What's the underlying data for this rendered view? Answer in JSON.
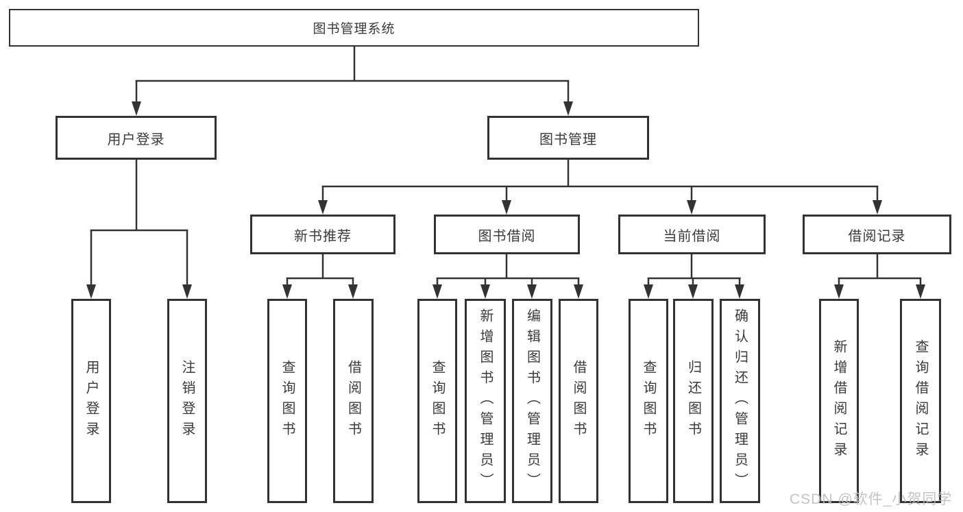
{
  "tree": {
    "root": {
      "label": "图书管理系统"
    },
    "user_login": {
      "label": "用户登录",
      "children": [
        {
          "label": "用户登录"
        },
        {
          "label": "注销登录"
        }
      ]
    },
    "book_management": {
      "label": "图书管理",
      "sections": {
        "new_books": {
          "label": "新书推荐",
          "children": [
            {
              "label": "查询图书"
            },
            {
              "label": "借阅图书"
            }
          ]
        },
        "book_borrow": {
          "label": "图书借阅",
          "children": [
            {
              "label": "查询图书"
            },
            {
              "label": "新增图书（管理员）"
            },
            {
              "label": "编辑图书（管理员）"
            },
            {
              "label": "借阅图书"
            }
          ]
        },
        "current_borrow": {
          "label": "当前借阅",
          "children": [
            {
              "label": "查询图书"
            },
            {
              "label": "归还图书"
            },
            {
              "label": "确认归还（管理员）"
            }
          ]
        },
        "borrow_records": {
          "label": "借阅记录",
          "children": [
            {
              "label": "新增借阅记录"
            },
            {
              "label": "查询借阅记录"
            }
          ]
        }
      }
    }
  },
  "watermark": {
    "text": "CSDN @软件_小贺同学"
  },
  "colors": {
    "line": "#333333",
    "box_border": "#323232",
    "text": "#3a3a3a",
    "watermark": "#bdbdbd",
    "background": "#ffffff"
  }
}
